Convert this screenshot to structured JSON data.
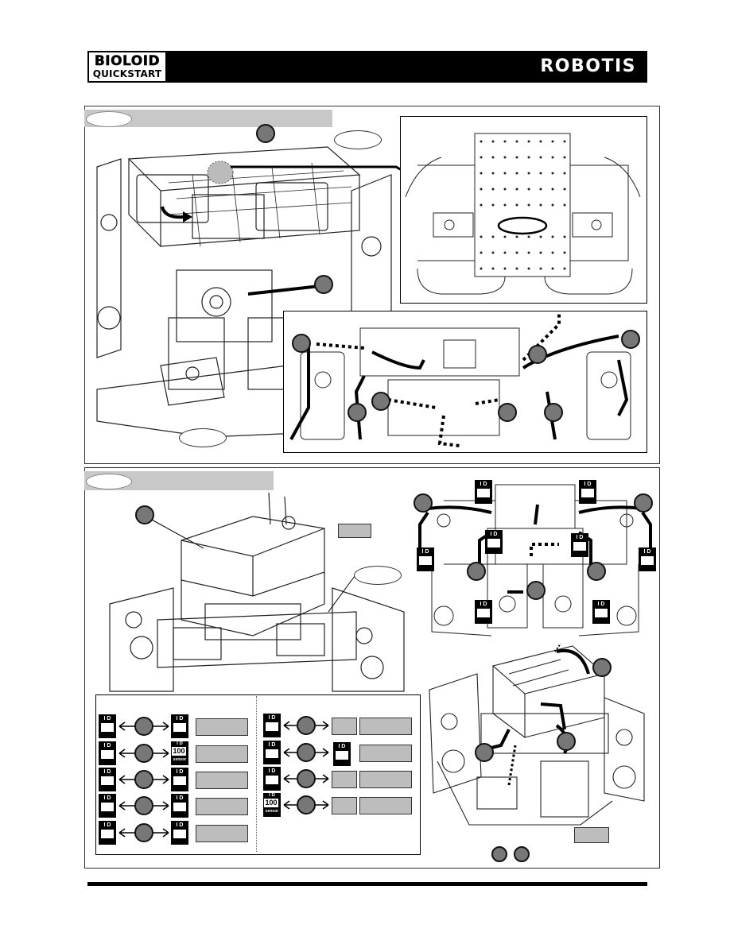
{
  "header": {
    "logo_line1": "BIOLOID",
    "logo_line2": "QUICKSTART",
    "brand": "ROBOTIS"
  },
  "id_tag_text": "I D",
  "sensor_tag": {
    "number": "100",
    "word": "sensor"
  },
  "icons": {
    "step_callout": "circle-callout",
    "label_oval": "oval-label",
    "id_tag": "id-tag-icon",
    "sensor_tag": "sensor-tag-icon",
    "arrow": "double-arrow-icon"
  },
  "colors": {
    "header_bar": "#000000",
    "step_tab": "#c8c8c8",
    "callout_fill": "#777777",
    "label_box": "#bdbdbd",
    "panel_border": "#333333"
  }
}
